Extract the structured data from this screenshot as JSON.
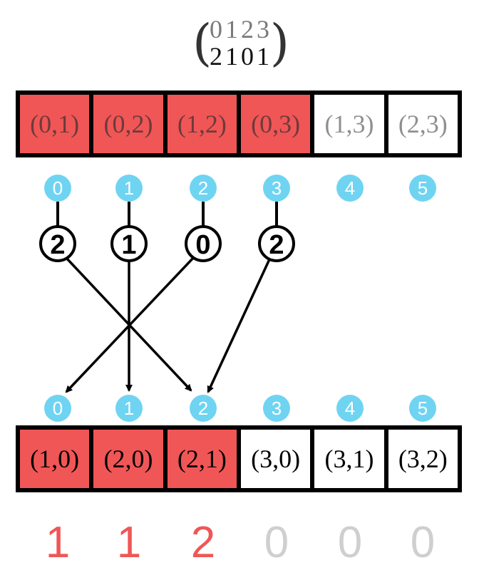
{
  "permutation": {
    "top_row": "0123",
    "bottom_row": "2101"
  },
  "top_cells": [
    {
      "label": "(0,1)",
      "highlighted": true
    },
    {
      "label": "(0,2)",
      "highlighted": true
    },
    {
      "label": "(1,2)",
      "highlighted": true
    },
    {
      "label": "(0,3)",
      "highlighted": true
    },
    {
      "label": "(1,3)",
      "highlighted": false
    },
    {
      "label": "(2,3)",
      "highlighted": false
    }
  ],
  "top_indices": [
    "0",
    "1",
    "2",
    "3",
    "4",
    "5"
  ],
  "nodes": [
    "2",
    "1",
    "0",
    "2"
  ],
  "bottom_indices": [
    "0",
    "1",
    "2",
    "3",
    "4",
    "5"
  ],
  "bottom_cells": [
    {
      "label": "(1,0)",
      "highlighted": true
    },
    {
      "label": "(2,0)",
      "highlighted": true
    },
    {
      "label": "(2,1)",
      "highlighted": true
    },
    {
      "label": "(3,0)",
      "highlighted": false
    },
    {
      "label": "(3,1)",
      "highlighted": false
    },
    {
      "label": "(3,2)",
      "highlighted": false
    }
  ],
  "counts": [
    "1",
    "1",
    "2",
    "0",
    "0",
    "0"
  ],
  "mapping": [
    {
      "from": 0,
      "to": 2
    },
    {
      "from": 1,
      "to": 1
    },
    {
      "from": 2,
      "to": 0
    },
    {
      "from": 3,
      "to": 2
    }
  ],
  "colors": {
    "highlight": "#f05656",
    "bubble": "#6fd4f2",
    "count_zero": "#cfcfcf"
  }
}
